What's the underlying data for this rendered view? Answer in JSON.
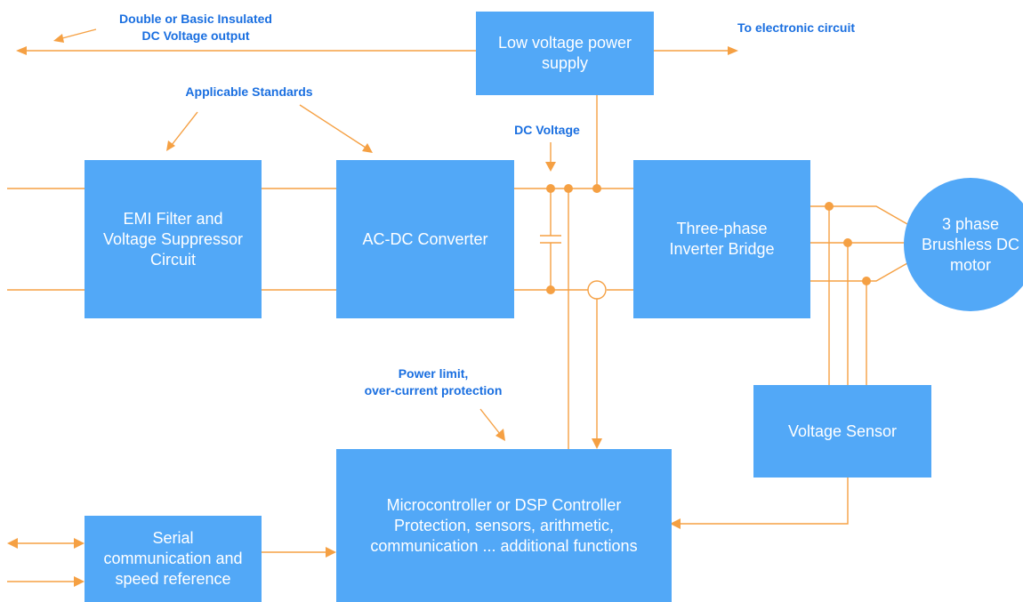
{
  "blocks": {
    "lvps": [
      "Low voltage power",
      "supply"
    ],
    "emi": [
      "EMI Filter and",
      "Voltage Suppressor",
      "Circuit"
    ],
    "acdc": [
      "AC-DC Converter"
    ],
    "inverter": [
      "Three-phase",
      "Inverter Bridge"
    ],
    "motor": [
      "3 phase",
      "Brushless DC",
      "motor"
    ],
    "vsensor": [
      "Voltage Sensor"
    ],
    "mcu": [
      "Microcontroller or DSP Controller",
      "Protection, sensors, arithmetic,",
      "communication ... additional functions"
    ],
    "serial": [
      "Serial",
      "communication and",
      "speed reference"
    ]
  },
  "annotations": {
    "insulated": [
      "Double or Basic Insulated",
      "DC Voltage output"
    ],
    "electronic": "To electronic circuit",
    "standards": "Applicable Standards",
    "dcvoltage": "DC Voltage",
    "powerlimit": [
      "Power limit,",
      "over-current protection"
    ]
  },
  "colors": {
    "block_fill": "#52a8f7",
    "wire": "#f5a043",
    "annotation_text": "#1a6fe0",
    "block_text": "#ffffff"
  }
}
